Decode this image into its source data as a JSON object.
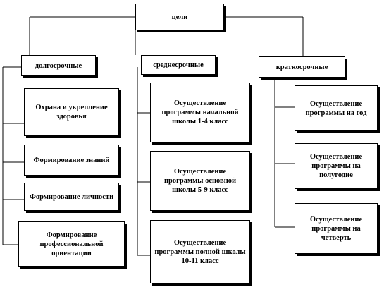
{
  "root": "цели",
  "categories": {
    "long_term": {
      "label": "долгосрочные",
      "items": [
        "Охрана и укрепление здоровья",
        "Формирование знаний",
        "Формирование личности",
        "Формирование профессиональной ориентации"
      ]
    },
    "mid_term": {
      "label": "среднесрочные",
      "items": [
        "Осуществление программы начальной школы 1-4 класс",
        "Осуществление программы основной школы 5-9 класс",
        "Осуществление программы полной школы 10-11 класс"
      ]
    },
    "short_term": {
      "label": "краткосрочные",
      "items": [
        "Осуществление программы на год",
        "Осуществление программы на полугодие",
        "Осуществление программы на четверть"
      ]
    }
  },
  "colors": {
    "line": "#000000",
    "box_fill": "#ffffff",
    "shadow": "#000000"
  }
}
